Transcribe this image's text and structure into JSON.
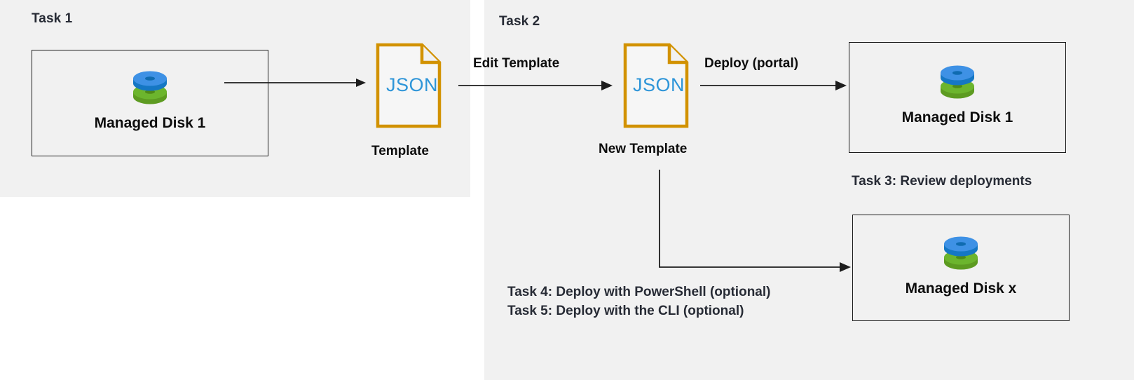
{
  "diagram": {
    "title_hidden": "",
    "colors": {
      "panel_bg": "#f1f1f1",
      "box_border": "#1d1d1d",
      "json_outline": "#d29200",
      "json_text": "#2e95d8",
      "disk_blue": "#3e91e5",
      "disk_green": "#6cb52d",
      "heading_text": "#272b35",
      "body_text": "#0d0d0d",
      "connector": "#1d1d1d"
    }
  },
  "panels": {
    "task1": {
      "label": "Task 1"
    },
    "task2": {
      "label": "Task 2"
    }
  },
  "nodes": {
    "managed_disk_1_left": {
      "caption": "Managed Disk 1",
      "icon": "managed-disk-icon"
    },
    "template": {
      "word": "JSON",
      "caption": "Template",
      "icon": "json-file-icon"
    },
    "new_template": {
      "word": "JSON",
      "caption": "New Template",
      "icon": "json-file-icon"
    },
    "managed_disk_1_right": {
      "caption": "Managed Disk 1",
      "icon": "managed-disk-icon"
    },
    "managed_disk_x": {
      "caption": "Managed Disk x",
      "icon": "managed-disk-icon"
    }
  },
  "edges": {
    "export_template": {
      "label": ""
    },
    "edit_template": {
      "label": "Edit Template"
    },
    "deploy_portal": {
      "label": "Deploy (portal)"
    },
    "deploy_scripted": {
      "label": ""
    }
  },
  "notes": {
    "task3": "Task 3: Review deployments",
    "task4": "Task 4: Deploy with PowerShell (optional)",
    "task5": "Task 5: Deploy with the CLI (optional)"
  }
}
